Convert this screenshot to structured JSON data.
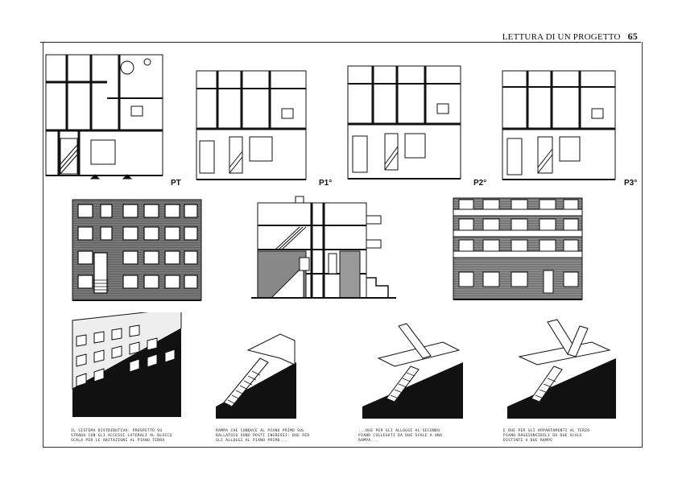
{
  "header": {
    "running_title": "LETTURA DI UN PROGETTO",
    "page_number": "65"
  },
  "plans": [
    {
      "label": "PT"
    },
    {
      "label": "P1°"
    },
    {
      "label": "P2°"
    },
    {
      "label": "P3°"
    }
  ],
  "captions": [
    "Il sistema distributivo: prospetto su strada con gli accessi laterali al blocco scala per le abitazioni al piano terra",
    "Rampa che conduce al piano primo sul ballatoio sono posti ingressi: due per gli alloggi al piano primo...",
    "...due per gli alloggi al secondo piano collegati da due scale a una rampa...",
    "e due per gli appartamenti al terzo piano raggiungibili da due scale distinte a due rampe"
  ]
}
